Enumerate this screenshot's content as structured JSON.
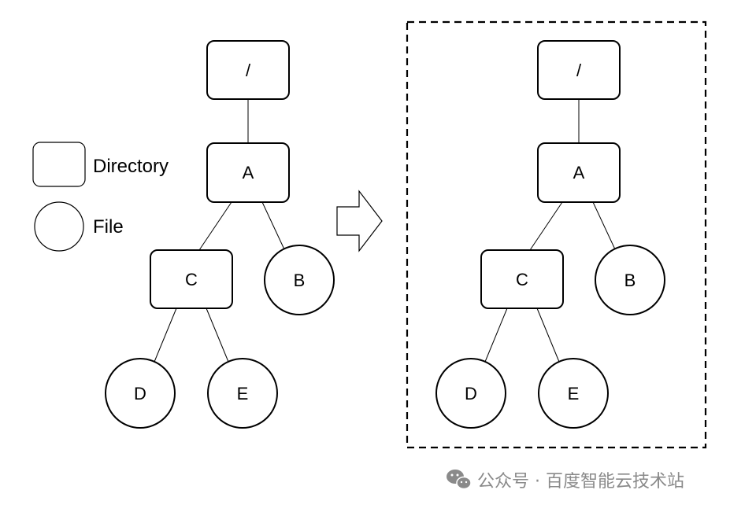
{
  "legend": {
    "directory_label": "Directory",
    "file_label": "File"
  },
  "tree_before": {
    "root": "/",
    "a": "A",
    "b": "B",
    "c": "C",
    "d": "D",
    "e": "E"
  },
  "tree_after": {
    "root": "/",
    "a": "A",
    "b": "B",
    "c": "C",
    "d": "D",
    "e": "E"
  },
  "watermark": {
    "text": "公众号 · 百度智能云技术站",
    "icon": "wechat-icon"
  },
  "colors": {
    "stroke": "#000000",
    "background": "#ffffff",
    "watermark": "#8a8a8a"
  }
}
